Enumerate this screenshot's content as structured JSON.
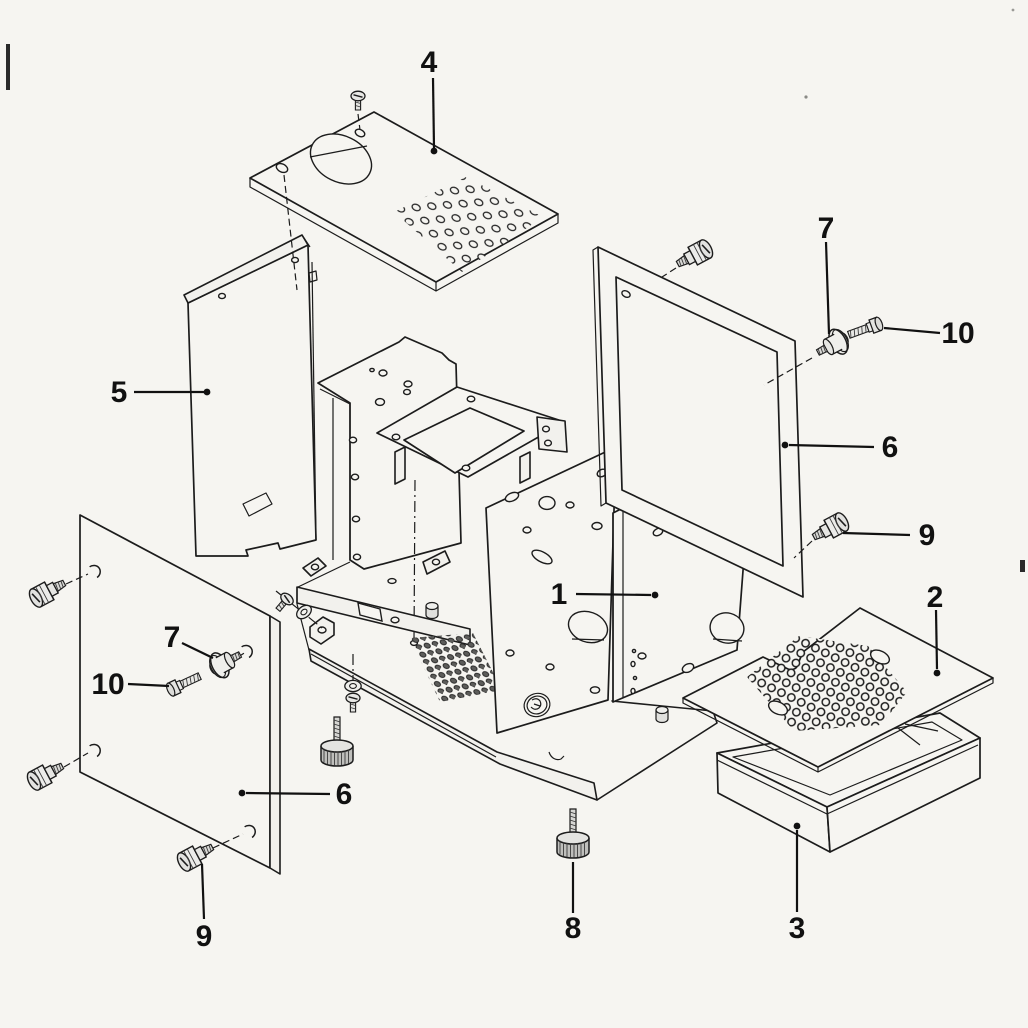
{
  "figure": {
    "type": "exploded-parts-diagram",
    "style": "black line art on scanned paper",
    "background_color": "#f6f5f1",
    "line_color": "#1c1c1c",
    "callouts": [
      {
        "label": "4",
        "part": "top-cover-panel"
      },
      {
        "label": "5",
        "part": "left-inner-panel"
      },
      {
        "label": "7",
        "part": "bushing-front-left"
      },
      {
        "label": "10",
        "part": "bushing-screw-front-left"
      },
      {
        "label": "6",
        "part": "front-left-outer-panel"
      },
      {
        "label": "9",
        "part": "thumb-screw-front-left"
      },
      {
        "label": "7",
        "part": "bushing-right"
      },
      {
        "label": "10",
        "part": "bushing-screw-right"
      },
      {
        "label": "6",
        "part": "right-side-outer-panel"
      },
      {
        "label": "9",
        "part": "thumb-screw-right"
      },
      {
        "label": "2",
        "part": "drip-tray-grate"
      },
      {
        "label": "1",
        "part": "front-panel"
      },
      {
        "label": "8",
        "part": "adjustable-foot"
      },
      {
        "label": "3",
        "part": "drip-tray"
      }
    ]
  }
}
